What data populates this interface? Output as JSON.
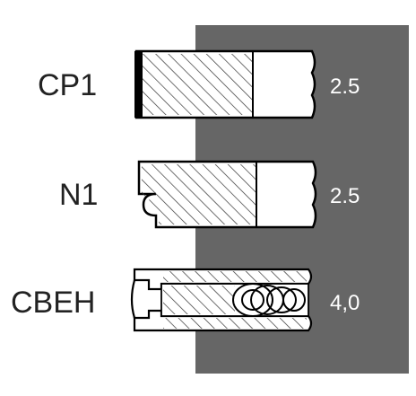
{
  "colors": {
    "panel": "#666666",
    "ring_fill": "#ffffff",
    "outline": "#000000",
    "hatch": "#333333",
    "label_text": "#222222",
    "value_text": "#ffffff"
  },
  "rings": [
    {
      "label": "CP1",
      "value": "2.5"
    },
    {
      "label": "N1",
      "value": "2.5"
    },
    {
      "label": "CBEH",
      "value": "4,0"
    }
  ]
}
